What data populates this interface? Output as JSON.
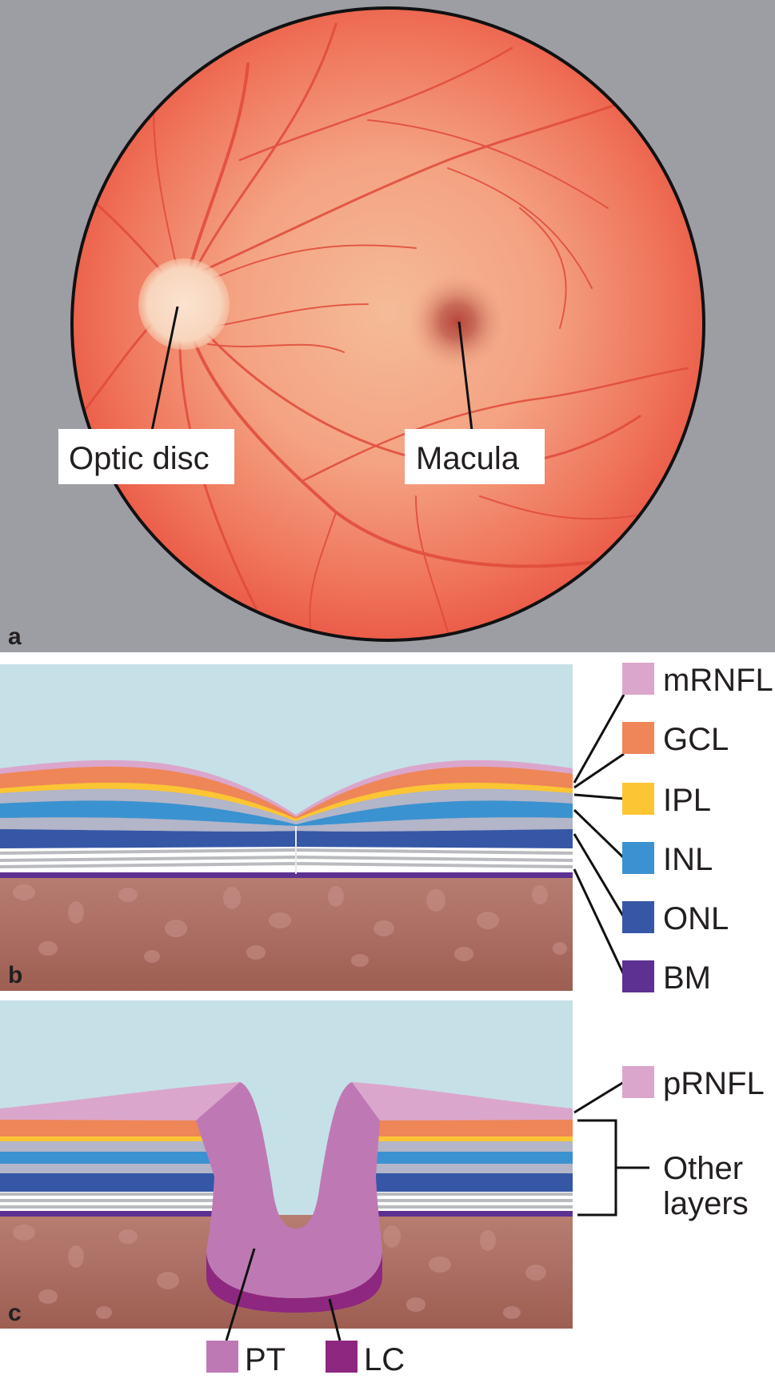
{
  "panels": {
    "a": {
      "letter": "a",
      "labels": {
        "optic_disc": "Optic disc",
        "macula": "Macula"
      }
    },
    "b": {
      "letter": "b",
      "legend": [
        {
          "label": "mRNFL",
          "color": "#dba6cc"
        },
        {
          "label": "GCL",
          "color": "#ee8658"
        },
        {
          "label": "IPL",
          "color": "#fbc534"
        },
        {
          "label": "INL",
          "color": "#3b92d0"
        },
        {
          "label": "ONL",
          "color": "#3557a6"
        },
        {
          "label": "BM",
          "color": "#5d3191"
        }
      ]
    },
    "c": {
      "letter": "c",
      "legend": [
        {
          "label": "pRNFL",
          "color": "#dba6cc"
        }
      ],
      "bracket_label_line1": "Other",
      "bracket_label_line2": "layers",
      "bottom_legend": [
        {
          "label": "PT",
          "color": "#be79b4"
        },
        {
          "label": "LC",
          "color": "#8e2780"
        }
      ]
    }
  },
  "colors": {
    "background_gray": "#9d9ea4",
    "vitreous": "#c6e0e7",
    "choroid": "#a96a5e",
    "vessel": "#e04a3a",
    "gray_layer": "#b3b5c8"
  }
}
